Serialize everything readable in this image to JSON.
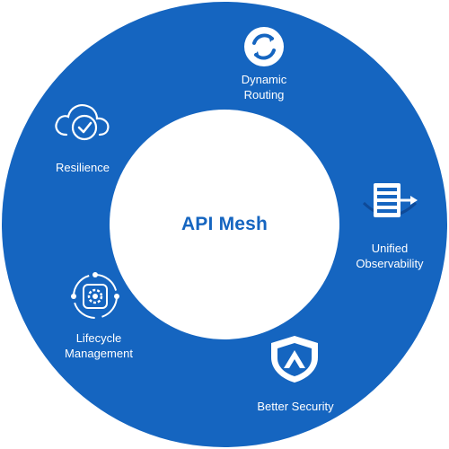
{
  "center": {
    "title": "API Mesh"
  },
  "features": {
    "dynamic_routing": {
      "label": "Dynamic\nRouting",
      "icon": "refresh-cycle-icon"
    },
    "unified_observability": {
      "label": "Unified\nObservability",
      "icon": "document-list-arrow-icon"
    },
    "better_security": {
      "label": "Better Security",
      "icon": "shield-mountain-icon"
    },
    "lifecycle_management": {
      "label": "Lifecycle\nManagement",
      "icon": "gear-cycle-icon"
    },
    "resilience": {
      "label": "Resilience",
      "icon": "cloud-check-icon"
    }
  },
  "colors": {
    "ring": "#1565c0",
    "center_fill": "#ffffff",
    "title": "#1565c0",
    "label": "#ffffff"
  }
}
